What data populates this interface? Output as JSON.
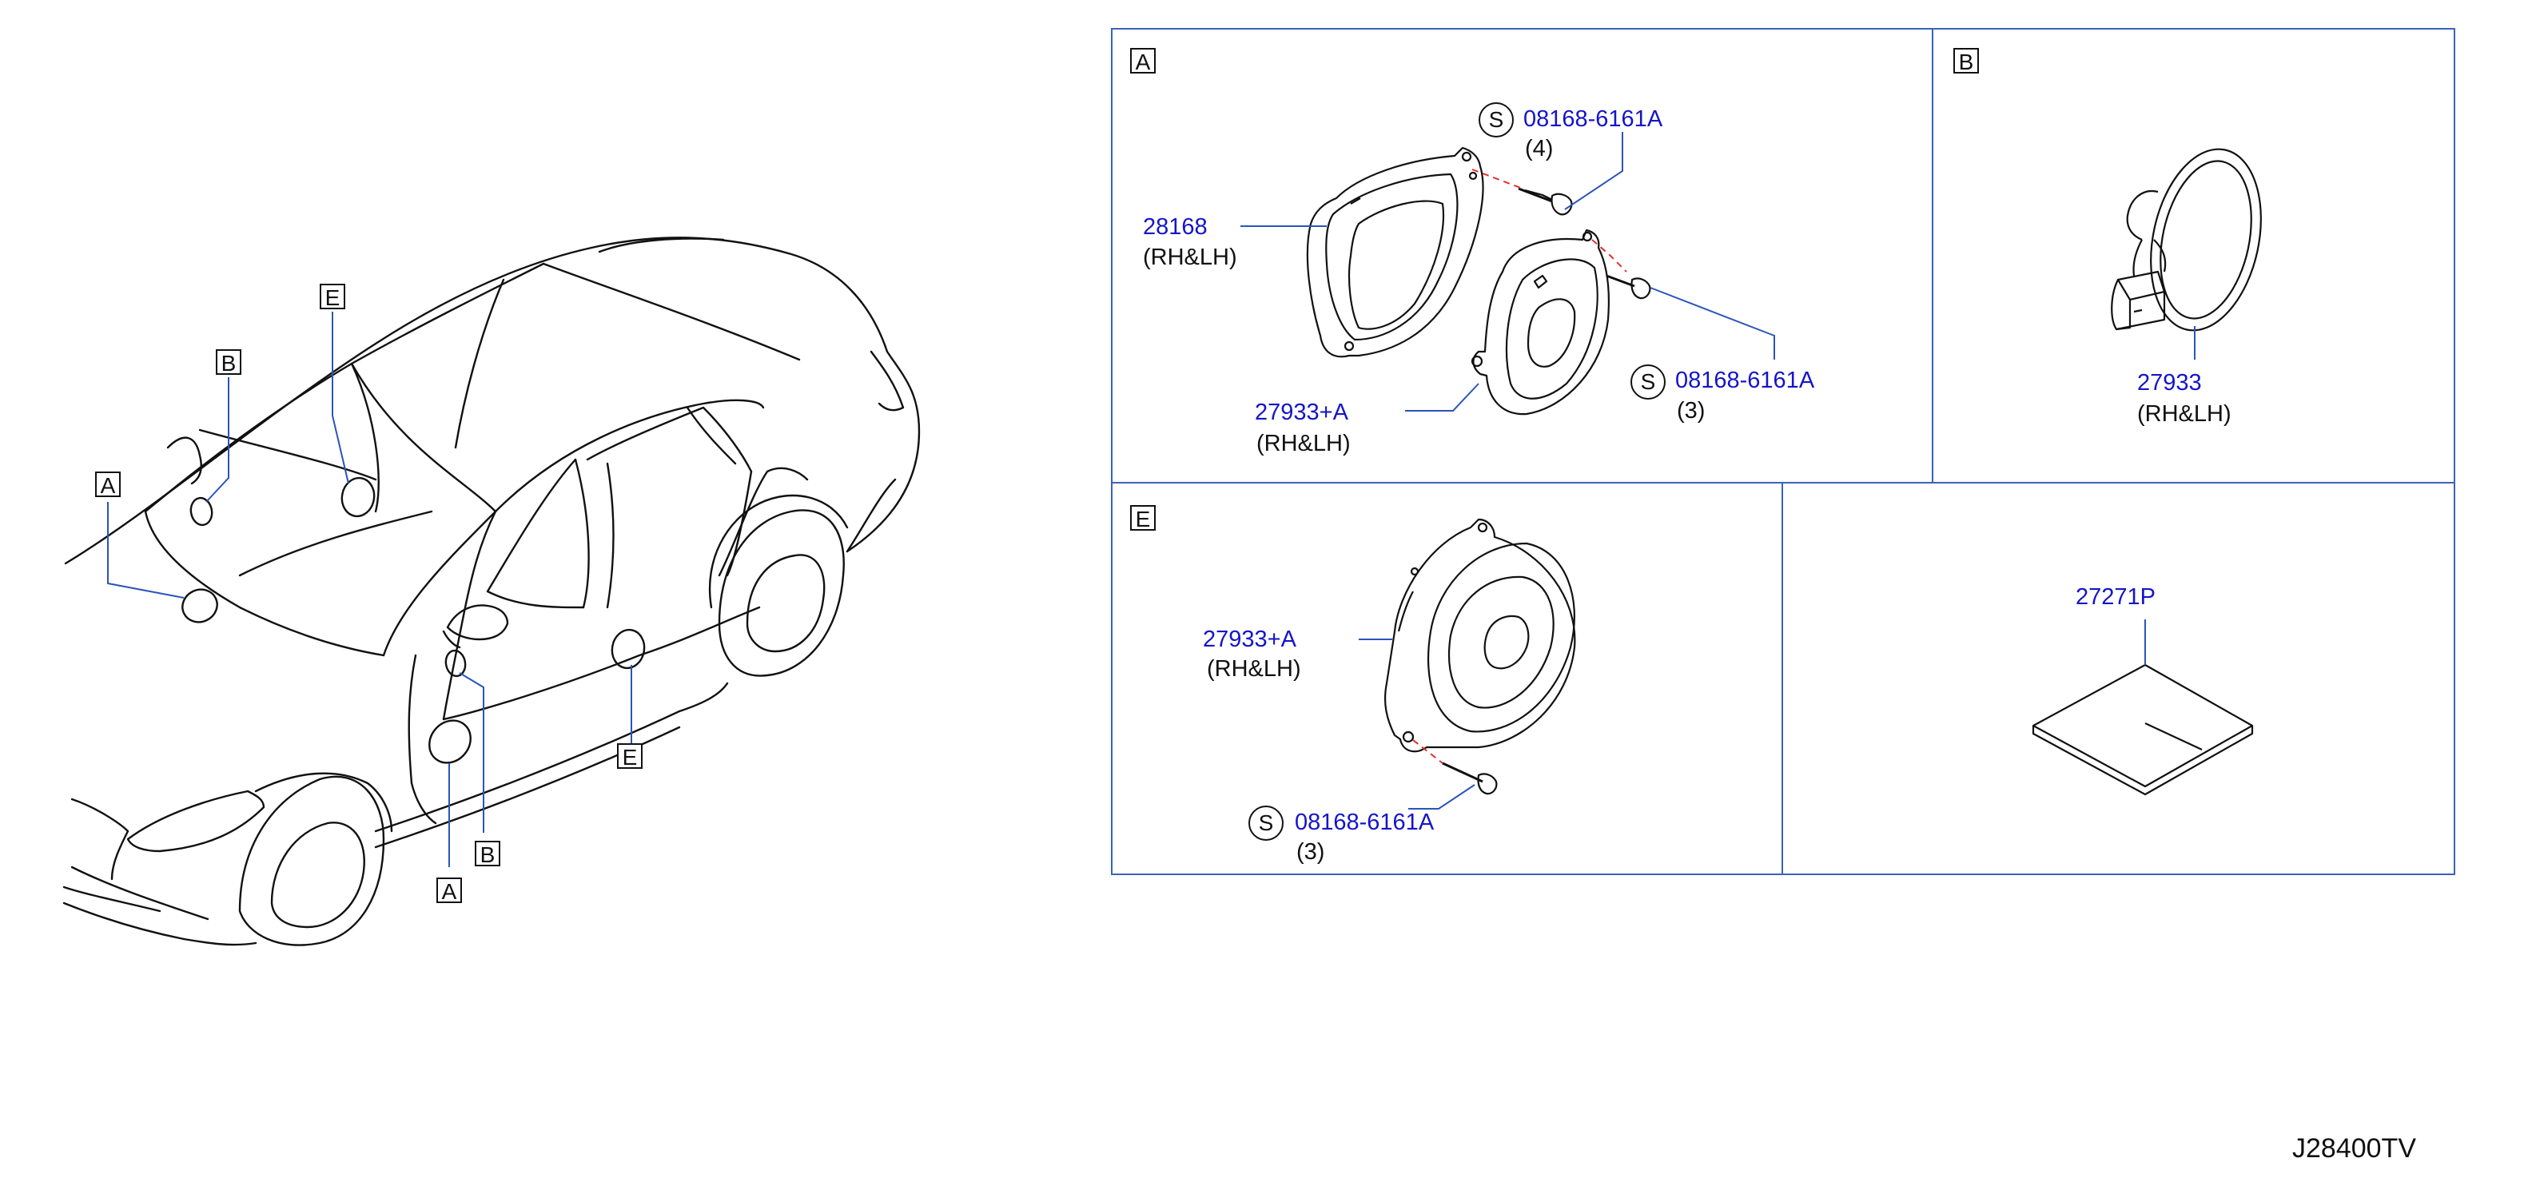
{
  "diagram_code": "J28400TV",
  "vehicle_callouts": [
    "A",
    "B",
    "E",
    "A",
    "B",
    "E"
  ],
  "panels": {
    "A": {
      "tag": "A",
      "parts": [
        {
          "number": "28168",
          "note": "(RH&LH)"
        },
        {
          "number": "27933+A",
          "note": "(RH&LH)"
        },
        {
          "symbol": "S",
          "number": "08168-6161A",
          "qty": "(4)"
        },
        {
          "symbol": "S",
          "number": "08168-6161A",
          "qty": "(3)"
        }
      ]
    },
    "B": {
      "tag": "B",
      "parts": [
        {
          "number": "27933",
          "note": "(RH&LH)"
        }
      ]
    },
    "E": {
      "tag": "E",
      "parts": [
        {
          "number": "27933+A",
          "note": "(RH&LH)"
        },
        {
          "symbol": "S",
          "number": "08168-6161A",
          "qty": "(3)"
        }
      ]
    },
    "misc": {
      "parts": [
        {
          "number": "27271P"
        }
      ]
    }
  },
  "colors": {
    "line": "#111111",
    "part_number": "#1515c8",
    "leader": "#2a55b8",
    "panel_border": "#3a63b8",
    "dash": "#e23030"
  }
}
